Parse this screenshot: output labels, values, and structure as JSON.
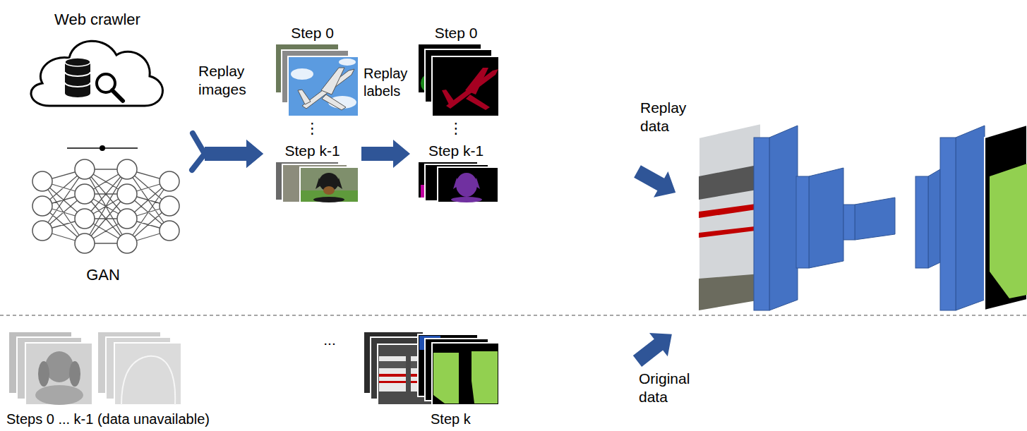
{
  "diagram": {
    "nodes": [
      {
        "text": [
          "Web crawler"
        ]
      },
      {
        "text": [
          "GAN"
        ]
      },
      {
        "text": [
          "Step 0",
          "⋮",
          "Step k-1"
        ]
      },
      {
        "text": [
          "Step 0",
          "⋮",
          "Step k-1"
        ]
      },
      {
        "text": [
          "...",
          "Steps 0 ... k-1 (data unavailable)",
          "Step k"
        ]
      }
    ],
    "edges": [
      {
        "from": 0,
        "to": 2,
        "arrow": "to",
        "label": "Replay images"
      },
      {
        "from": 1,
        "to": 2,
        "arrow": "to"
      },
      {
        "from": 2,
        "to": 3,
        "arrow": "to",
        "label": "Replay labels"
      }
    ],
    "labels": [
      "Replay data",
      "Original data"
    ]
  }
}
